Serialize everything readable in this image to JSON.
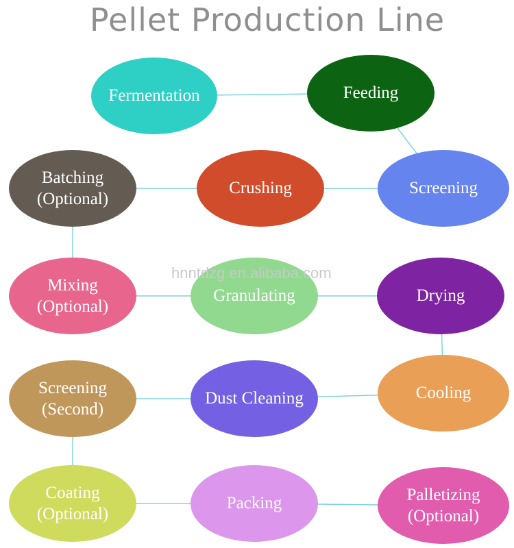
{
  "title": "Pellet Production Line",
  "watermark": "hnntdzg.en.alibaba.com",
  "nodes": [
    {
      "id": "fermentation",
      "lines": [
        "Fermentation"
      ],
      "color": "#2ecfc4"
    },
    {
      "id": "feeding",
      "lines": [
        "Feeding"
      ],
      "color": "#0c6412"
    },
    {
      "id": "batching",
      "lines": [
        "Batching",
        "(Optional)"
      ],
      "color": "#645c53"
    },
    {
      "id": "crushing",
      "lines": [
        "Crushing"
      ],
      "color": "#d14c2b"
    },
    {
      "id": "screening",
      "lines": [
        "Screening"
      ],
      "color": "#6684ee"
    },
    {
      "id": "mixing",
      "lines": [
        "Mixing",
        "(Optional)"
      ],
      "color": "#e8658d"
    },
    {
      "id": "granulating",
      "lines": [
        "Granulating"
      ],
      "color": "#91d98f"
    },
    {
      "id": "drying",
      "lines": [
        "Drying"
      ],
      "color": "#7e23a2"
    },
    {
      "id": "screening-second",
      "lines": [
        "Screening",
        "(Second)"
      ],
      "color": "#c0975a"
    },
    {
      "id": "dust-cleaning",
      "lines": [
        "Dust Cleaning"
      ],
      "color": "#7460e3"
    },
    {
      "id": "cooling",
      "lines": [
        "Cooling"
      ],
      "color": "#ea9f57"
    },
    {
      "id": "coating",
      "lines": [
        "Coating",
        "(Optional)"
      ],
      "color": "#cfdb5c"
    },
    {
      "id": "packing",
      "lines": [
        "Packing"
      ],
      "color": "#dc97ec"
    },
    {
      "id": "palletizing",
      "lines": [
        "Palletizing",
        "(Optional)"
      ],
      "color": "#e25cae"
    }
  ],
  "connector_color": "#7fd3dc",
  "edges": [
    [
      "fermentation",
      "feeding"
    ],
    [
      "feeding",
      "screening"
    ],
    [
      "screening",
      "crushing"
    ],
    [
      "crushing",
      "batching"
    ],
    [
      "batching",
      "mixing"
    ],
    [
      "mixing",
      "granulating"
    ],
    [
      "granulating",
      "drying"
    ],
    [
      "drying",
      "cooling"
    ],
    [
      "cooling",
      "dust-cleaning"
    ],
    [
      "dust-cleaning",
      "screening-second"
    ],
    [
      "screening-second",
      "coating"
    ],
    [
      "coating",
      "packing"
    ],
    [
      "packing",
      "palletizing"
    ]
  ]
}
